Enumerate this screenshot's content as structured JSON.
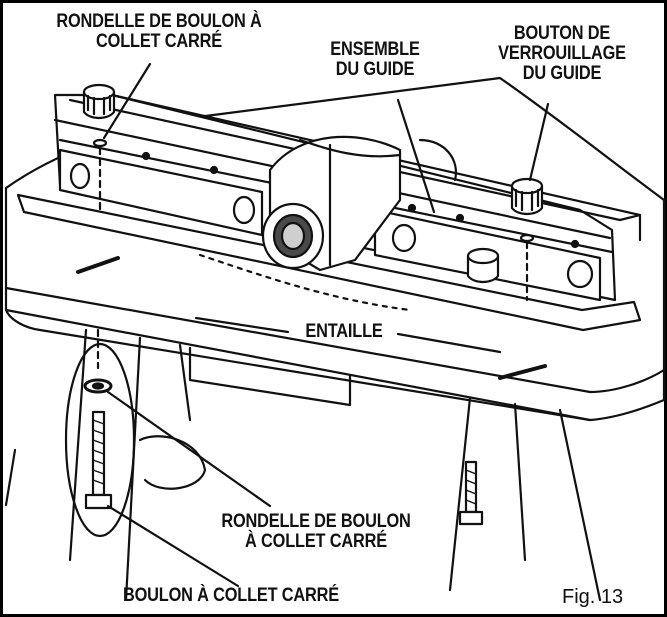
{
  "labels": {
    "top_left_line1": "RONDELLE DE BOULON À",
    "top_left_line2": "COLLET CARRÉ",
    "fence_line1": "ENSEMBLE",
    "fence_line2": "DU GUIDE",
    "knob_line1": "BOUTON DE",
    "knob_line2": "VERROUILLAGE",
    "knob_line3": "DU GUIDE",
    "slot": "ENTAILLE",
    "lower_washer_line1": "RONDELLE DE BOULON",
    "lower_washer_line2": "À COLLET CARRÉ",
    "bolt": "BOULON À COLLET CARRÉ"
  },
  "figure_number": "Fig. 13",
  "colors": {
    "ink": "#111111",
    "paper": "#ffffff",
    "shade": "#cfcfcf",
    "dark_shade": "#4a4a4a"
  }
}
